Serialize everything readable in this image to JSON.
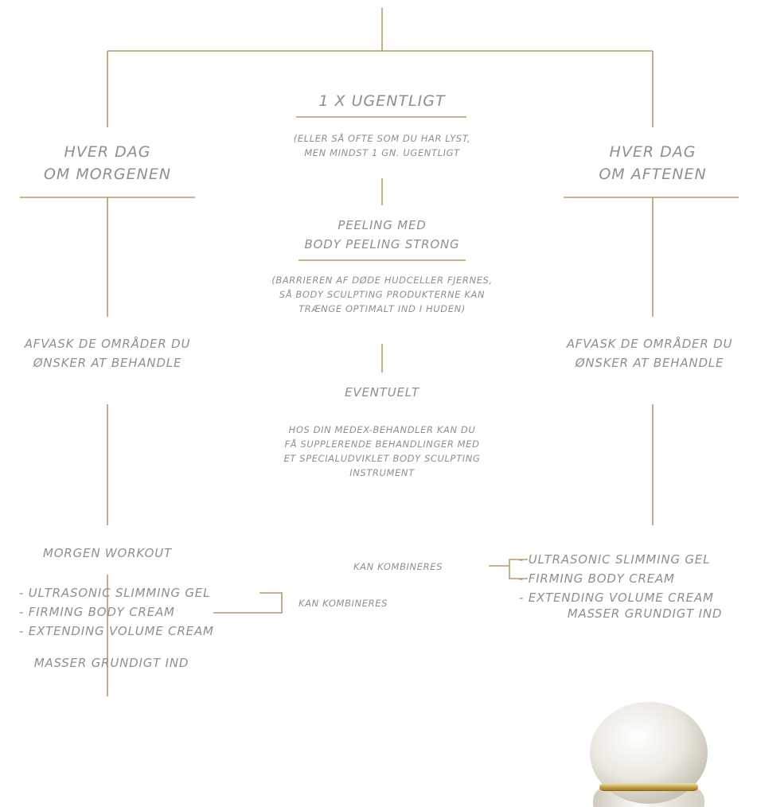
{
  "colors": {
    "line": "#b39b6a",
    "text": "#8f8f8f"
  },
  "center": {
    "frequency": "1 X UGENTLIGT",
    "frequency_note": [
      "(ELLER SÅ OFTE SOM DU HAR LYST,",
      "MEN MINDST 1 GN. UGENTLIGT"
    ],
    "peeling": [
      "PEELING MED",
      "BODY PEELING STRONG"
    ],
    "peeling_note": [
      "(BARRIEREN AF DØDE HUDCELLER FJERNES,",
      "SÅ BODY SCULPTING PRODUKTERNE KAN",
      "TRÆNGE OPTIMALT IND I HUDEN)"
    ],
    "optional": "EVENTUELT",
    "optional_note": [
      "HOS DIN MEDEX-BEHANDLER KAN DU",
      "FÅ SUPPLERENDE BEHANDLINGER MED",
      "ET SPECIALUDVIKLET BODY SCULPTING",
      "INSTRUMENT"
    ]
  },
  "morning": {
    "title": [
      "HVER DAG",
      "OM MORGENEN"
    ],
    "wash": [
      "AFVASK DE OMRÅDER DU",
      "ØNSKER AT BEHANDLE"
    ],
    "workout": "MORGEN WORKOUT",
    "products": [
      "- ULTRASONIC SLIMMING GEL",
      "- FIRMING BODY CREAM",
      "- EXTENDING VOLUME CREAM"
    ],
    "combine": "KAN KOMBINERES",
    "massage": "MASSER GRUNDIGT IND"
  },
  "evening": {
    "title": [
      "HVER DAG",
      "OM AFTENEN"
    ],
    "wash": [
      "AFVASK DE OMRÅDER DU",
      "ØNSKER AT BEHANDLE"
    ],
    "combine": "KAN KOMBINERES",
    "products": [
      "- ULTRASONIC SLIMMING GEL",
      "- FIRMING BODY CREAM",
      "- EXTENDING VOLUME CREAM"
    ],
    "massage": "MASSER GRUNDIGT IND"
  }
}
